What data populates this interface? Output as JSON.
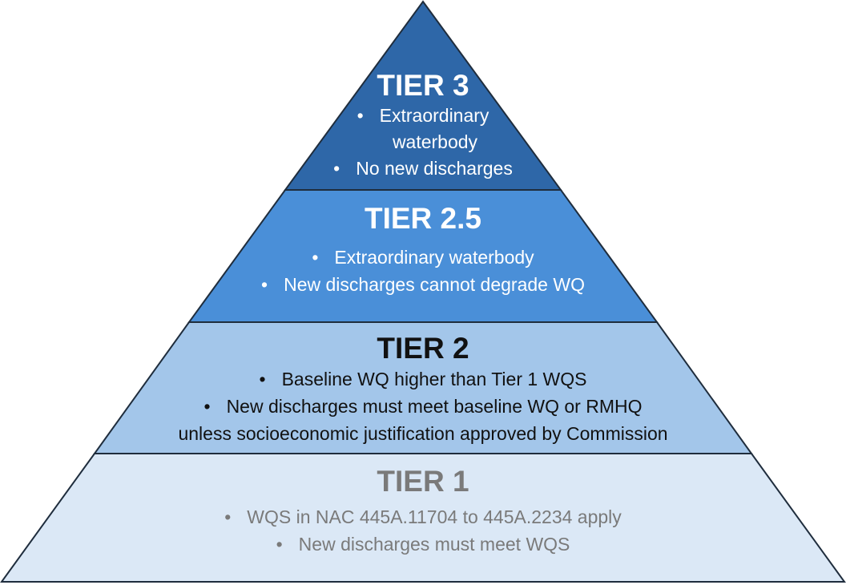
{
  "colors": {
    "tier3_fill": "#2e67a8",
    "tier25_fill": "#4a8fd8",
    "tier2_fill": "#a3c6ea",
    "tier1_fill": "#dbe8f6",
    "outline": "#1f2d3d",
    "tier3_text": "#ffffff",
    "tier25_text": "#ffffff",
    "tier2_text": "#111111",
    "tier1_title": "#7a7a7a",
    "tier1_text": "#7a7a7a"
  },
  "tiers": {
    "tier3": {
      "title": "TIER 3",
      "bullets": [
        {
          "dot": "•",
          "text": "Extraordinary"
        },
        {
          "dot": "",
          "text": "waterbody"
        },
        {
          "dot": "•",
          "text": "No new discharges"
        }
      ]
    },
    "tier25": {
      "title": "TIER 2.5",
      "bullets": [
        {
          "dot": "•",
          "text": "Extraordinary waterbody"
        },
        {
          "dot": "•",
          "text": "New discharges cannot degrade WQ"
        }
      ]
    },
    "tier2": {
      "title": "TIER 2",
      "bullets": [
        {
          "dot": "•",
          "text": "Baseline WQ higher than Tier 1 WQS"
        },
        {
          "dot": "•",
          "text": "New discharges must meet baseline WQ or RMHQ"
        },
        {
          "dot": "",
          "text": "unless socioeconomic justification approved by Commission"
        }
      ]
    },
    "tier1": {
      "title": "TIER 1",
      "bullets": [
        {
          "dot": "•",
          "text": "WQS in NAC 445A.11704 to 445A.2234 apply"
        },
        {
          "dot": "•",
          "text": "New discharges must meet WQS"
        }
      ]
    }
  }
}
